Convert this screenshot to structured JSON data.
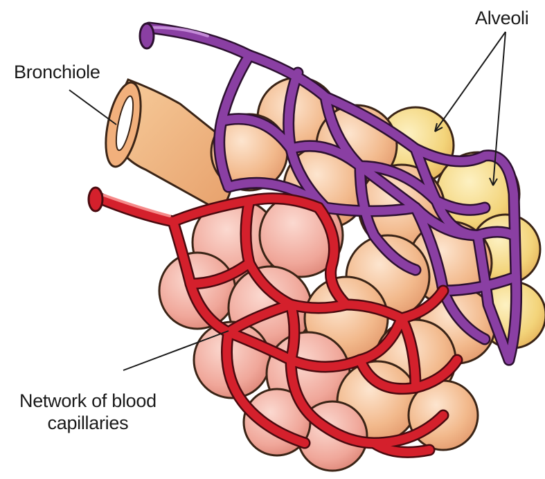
{
  "labels": {
    "alveoli": "Alveoli",
    "bronchiole": "Bronchiole",
    "capillaries_line1": "Network of blood",
    "capillaries_line2": "capillaries"
  },
  "colors": {
    "alveolus_fill": "#f2b98c",
    "alveolus_yellow": "#f3d47a",
    "bronchiole": "#f0b27a",
    "vein_purple": "#8a3fa3",
    "artery_red": "#d4202c",
    "outline": "#3a2416"
  }
}
